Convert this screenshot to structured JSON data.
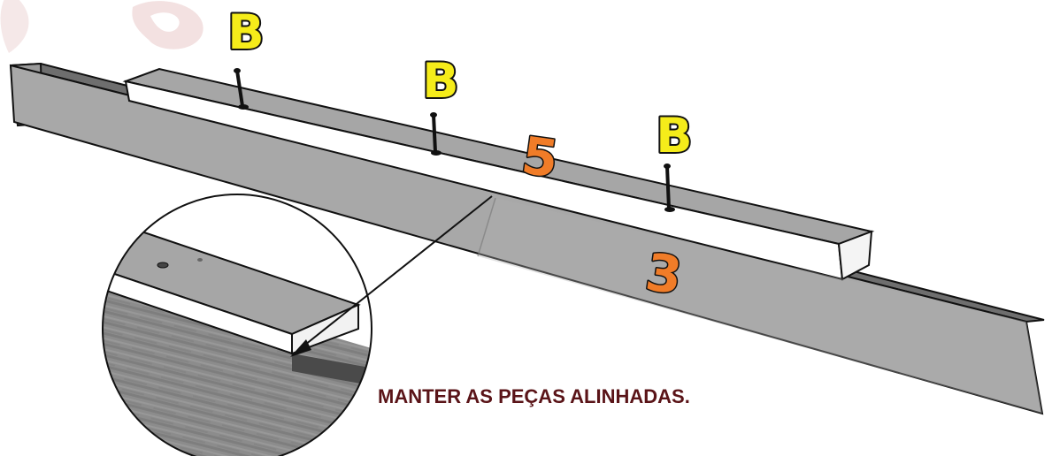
{
  "screw_labels": [
    "B",
    "B",
    "B"
  ],
  "part_numbers": {
    "top_board": "5",
    "base_board": "3"
  },
  "instruction": "MANTER AS PEÇAS ALINHADAS.",
  "colors": {
    "screw_label": "#f5ec1a",
    "part_number": "#f07c28",
    "instruction_text": "#5a1418",
    "board_face": "#a8a8a8",
    "board_top": "#c4c4c4",
    "board_edge": "#6e6e6e",
    "white_face": "#ffffff",
    "outline": "#111111",
    "watermark": "#f2dede"
  },
  "icons": [
    "screw-icon",
    "watermark-logo",
    "detail-magnifier"
  ]
}
